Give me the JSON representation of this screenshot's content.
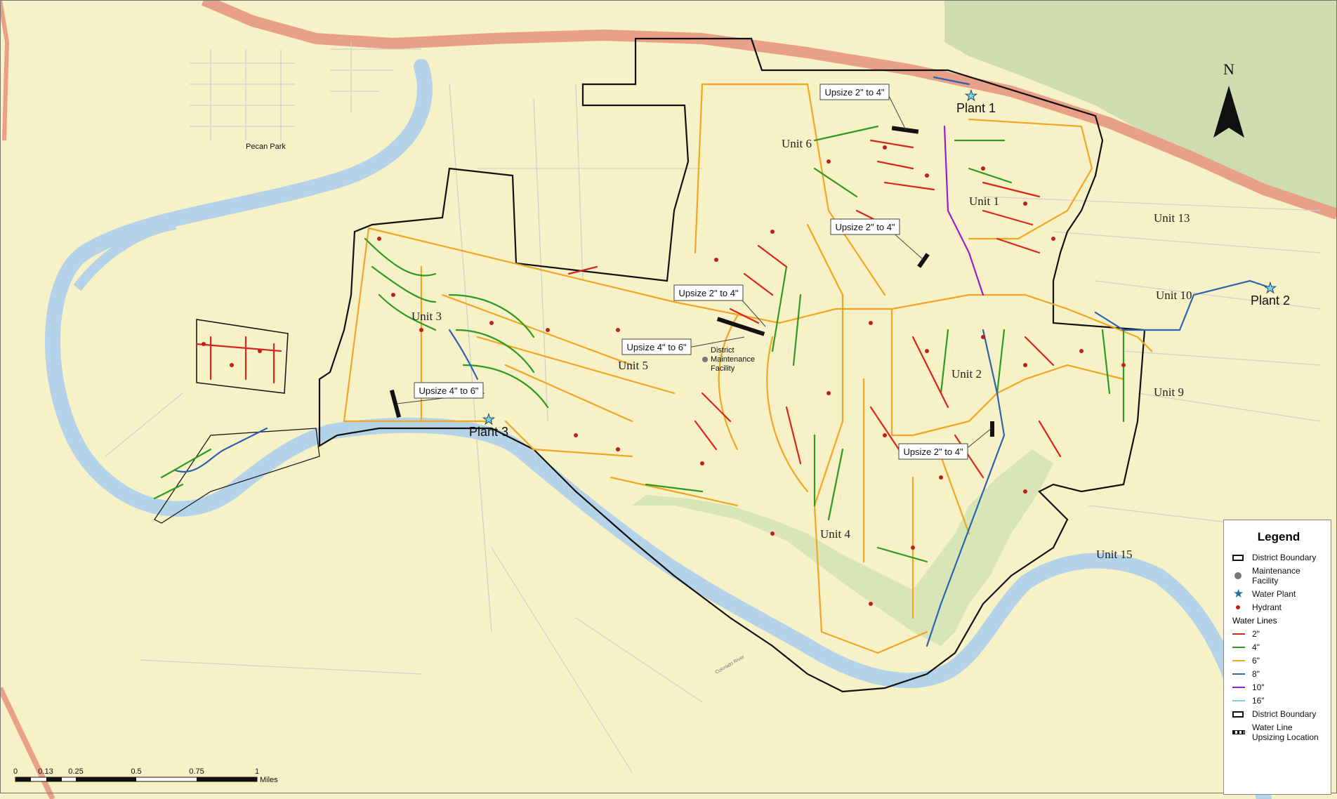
{
  "units": [
    {
      "name": "Unit 1"
    },
    {
      "name": "Unit 2"
    },
    {
      "name": "Unit 3"
    },
    {
      "name": "Unit 4"
    },
    {
      "name": "Unit 5"
    },
    {
      "name": "Unit 6"
    },
    {
      "name": "Unit 9"
    },
    {
      "name": "Unit 10"
    },
    {
      "name": "Unit 13"
    },
    {
      "name": "Unit 15"
    }
  ],
  "plants": [
    {
      "name": "Plant 1"
    },
    {
      "name": "Plant 2"
    },
    {
      "name": "Plant 3"
    }
  ],
  "callouts": [
    {
      "text": "Upsize 2\" to 4\""
    },
    {
      "text": "Upsize 2\" to 4\""
    },
    {
      "text": "Upsize 2\" to 4\""
    },
    {
      "text": "Upsize 4\" to 6\""
    },
    {
      "text": "Upsize 4\" to 6\""
    },
    {
      "text": "Upsize 2\" to 4\""
    }
  ],
  "facility": {
    "line1": "District",
    "line2": "Maintenance",
    "line3": "Facility"
  },
  "place_labels": {
    "pecan_park": "Pecan Park",
    "colorado_river": "Colorado River"
  },
  "north_arrow": {
    "label": "N"
  },
  "scale_bar": {
    "ticks": [
      "0",
      "0.13",
      "0.25",
      "0.5",
      "0.75",
      "1"
    ],
    "unit": "Miles"
  },
  "legend": {
    "title": "Legend",
    "district_boundary": "District Boundary",
    "maintenance_facility": "Maintenance Facility",
    "water_plant": "Water Plant",
    "hydrant": "Hydrant",
    "water_lines_header": "Water Lines",
    "lines": [
      {
        "label": "2\"",
        "color": "#d7261e"
      },
      {
        "label": "4\"",
        "color": "#2e9a1f"
      },
      {
        "label": "6\"",
        "color": "#f0a623"
      },
      {
        "label": "8\"",
        "color": "#2a63b0"
      },
      {
        "label": "10\"",
        "color": "#9b1fc8"
      },
      {
        "label": "16\"",
        "color": "#7fd0ea"
      }
    ],
    "district_boundary_2": "District Boundary",
    "upsizing": "Water Line Upsizing Location"
  },
  "colors": {
    "land": "#f6f1c7",
    "river": "#b5d3e8",
    "highway": "#e8a188",
    "park": "#d5e4b5"
  }
}
